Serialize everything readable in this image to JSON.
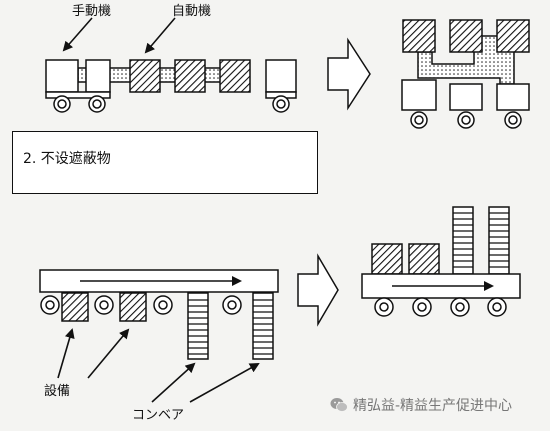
{
  "top_diagram": {
    "label_manual": "手動機",
    "label_auto": "自動機"
  },
  "caption": {
    "text": "2.  不设遮蔽物"
  },
  "bottom_diagram": {
    "label_equipment": "設備",
    "label_conveyor": "コンベア"
  },
  "watermark": {
    "icon": "wechat-icon",
    "text": "精弘益-精益生产促进中心"
  }
}
